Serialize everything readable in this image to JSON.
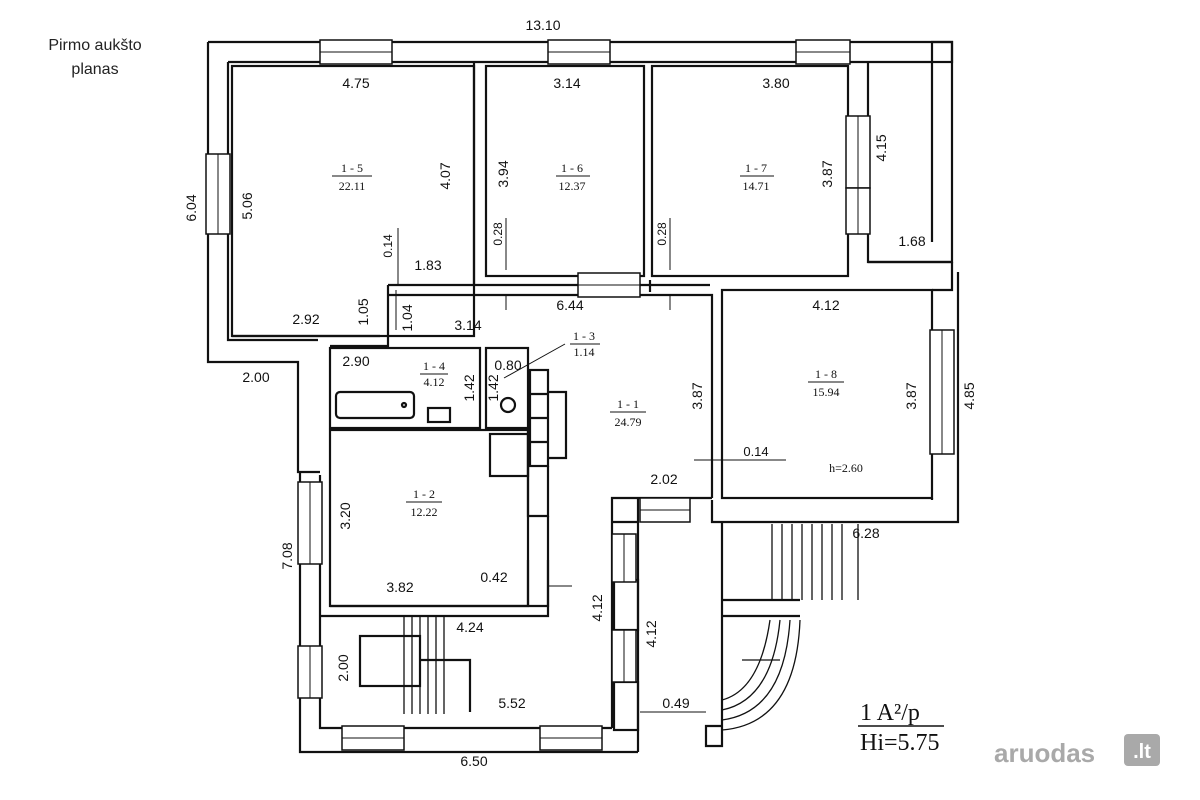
{
  "caption": {
    "line1": "Pirmo aukšto",
    "line2": "planas"
  },
  "dimensions": {
    "top_total": "13.10",
    "r15_top": "4.75",
    "r15_right": "4.07",
    "r15_left": "5.06",
    "r15_bottom": "2.92",
    "r15_b1": "1.05",
    "r15_b2": "1.83",
    "r15_b3": "0.14",
    "outer_left": "6.04",
    "r16_top": "3.14",
    "r16_left": "3.94",
    "r16_small": "0.28",
    "r17_top": "3.80",
    "r17_right": "3.87",
    "r17_small": "0.28",
    "right_4_15": "4.15",
    "right_1_68": "1.68",
    "hall_6_44": "6.44",
    "hall_1_04": "1.04",
    "hall_3_14": "3.14",
    "r14_top": "2.90",
    "r14_right": "1.42",
    "r13_top": "0.80",
    "r13_left": "1.42",
    "hall_left": "2.00",
    "r11_right": "3.87",
    "r18_top": "4.12",
    "r18_right": "3.87",
    "r18_outer": "4.85",
    "r18_small": "0.14",
    "hall_2_02": "2.02",
    "r12_left": "3.20",
    "r12_bottom": "3.82",
    "r12_small": "0.42",
    "outer_left_lower": "7.08",
    "stair_4_24": "4.24",
    "stair_2_00": "2.00",
    "stair_5_52": "5.52",
    "bottom_total": "6.50",
    "porch_4_12a": "4.12",
    "porch_4_12b": "4.12",
    "porch_0_49": "0.49",
    "right_6_28": "6.28"
  },
  "rooms": [
    {
      "id": "1 - 5",
      "area": "22.11"
    },
    {
      "id": "1 - 6",
      "area": "12.37"
    },
    {
      "id": "1 - 7",
      "area": "14.71"
    },
    {
      "id": "1 - 3",
      "area": "1.14"
    },
    {
      "id": "1 - 4",
      "area": "4.12"
    },
    {
      "id": "1 - 1",
      "area": "24.79"
    },
    {
      "id": "1 - 8",
      "area": "15.94"
    },
    {
      "id": "1 - 2",
      "area": "12.22"
    }
  ],
  "height_note": "h=2.60",
  "stamp": {
    "line1": "1 A²/p",
    "line2": "Hi=5.75"
  },
  "watermark": {
    "text": "aruodas",
    "suffix": ".lt"
  }
}
